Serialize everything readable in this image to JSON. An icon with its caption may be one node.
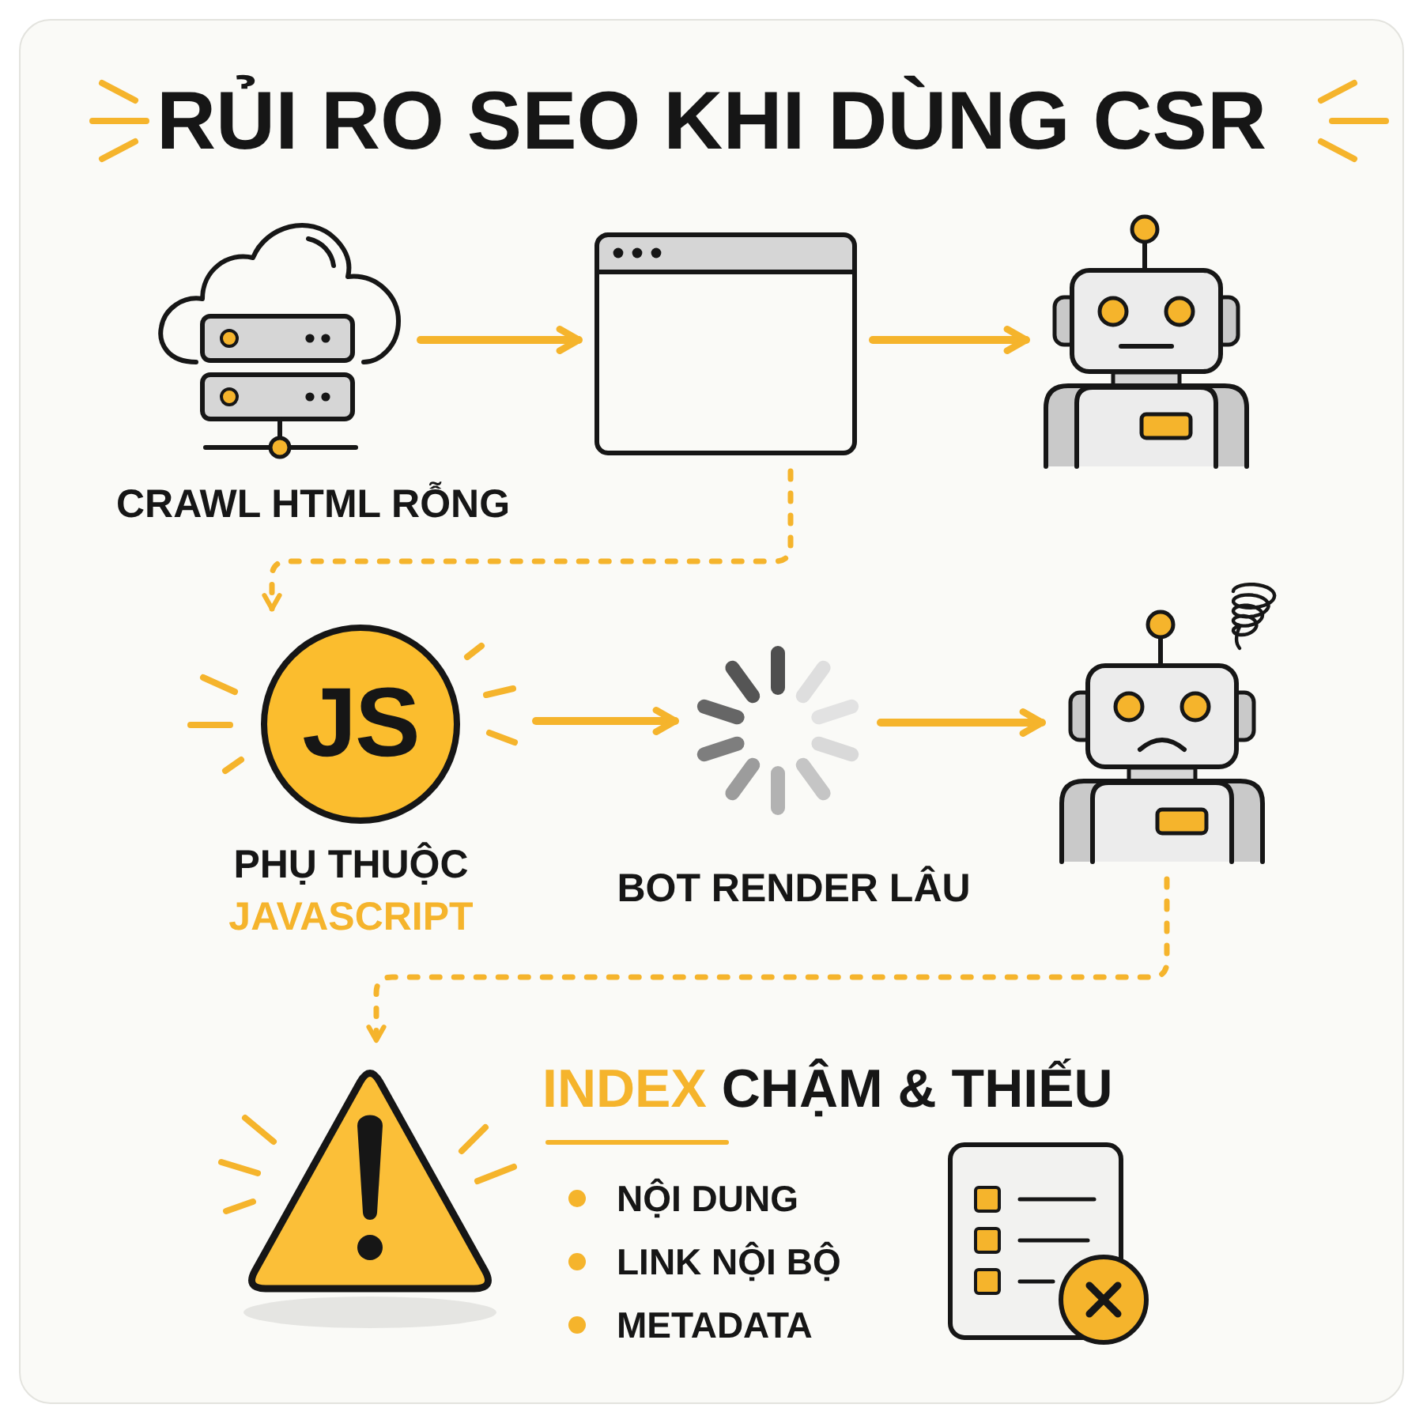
{
  "diagram": {
    "title": "RỦI RO SEO KHI DÙNG CSR",
    "nodes": [
      {
        "text": [],
        "shape": "picture",
        "beside": [
          "CRAWL HTML RỖNG"
        ]
      },
      {
        "text": [],
        "shape": "picture"
      },
      {
        "text": [],
        "shape": "picture"
      },
      {
        "text": [
          "JS"
        ],
        "beside": [
          "PHỤ THUỘC **JAVASCRIPT**"
        ]
      },
      {
        "text": [],
        "shape": "picture",
        "beside": [
          "BOT RENDER LÂU"
        ]
      },
      {
        "text": [],
        "shape": "picture"
      },
      {
        "text": [],
        "shape": "picture",
        "beside": [
          "**INDEX** CHẬM & THIẾU"
        ]
      }
    ],
    "edges": [
      {
        "from": 0,
        "to": 1,
        "arrow": "to"
      },
      {
        "from": 1,
        "to": 2,
        "arrow": "to"
      },
      {
        "from": 1,
        "to": 3,
        "arrow": "to",
        "style": "dashed"
      },
      {
        "from": 3,
        "to": 4,
        "arrow": "to"
      },
      {
        "from": 4,
        "to": 5,
        "arrow": "to"
      },
      {
        "from": 5,
        "to": 6,
        "arrow": "to",
        "style": "dashed"
      }
    ],
    "labels": [
      "NỘI DUNG",
      "LINK NỘI BỘ",
      "METADATA"
    ]
  }
}
